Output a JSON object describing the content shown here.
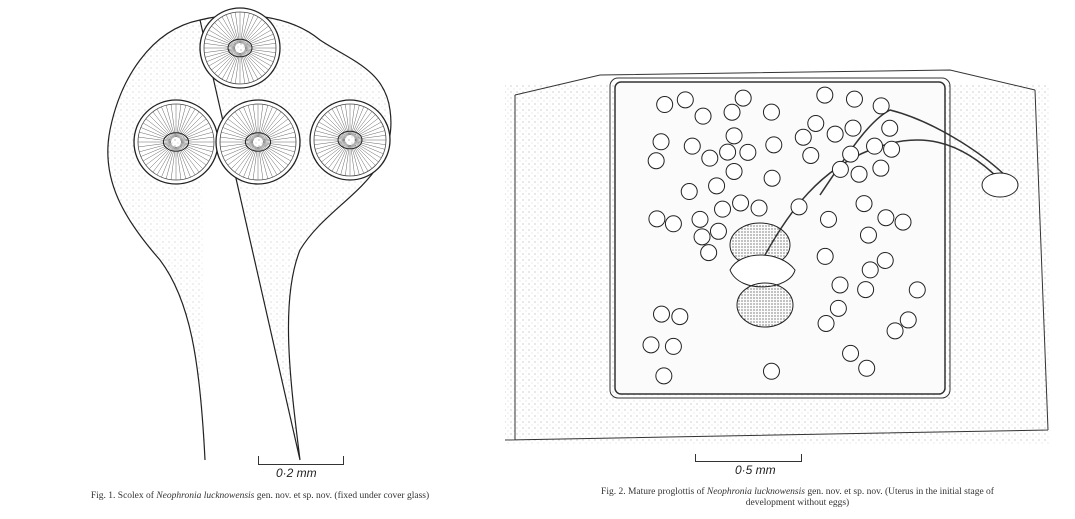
{
  "figure1": {
    "scale_bar": "0·2 mm",
    "caption": {
      "prefix": "Fig. 1. Scolex of",
      "species": "Neophronia lucknowensis",
      "suffix": "gen. nov. et sp. nov. (fixed under cover glass)"
    }
  },
  "figure2": {
    "scale_bar": "0·5 mm",
    "caption": {
      "prefix": "Fig. 2. Mature proglottis of",
      "species": "Neophronia lucknowensis",
      "suffix": "gen. nov. et sp. nov. (Uterus in the initial stage of",
      "line2": "development without eggs)"
    }
  }
}
